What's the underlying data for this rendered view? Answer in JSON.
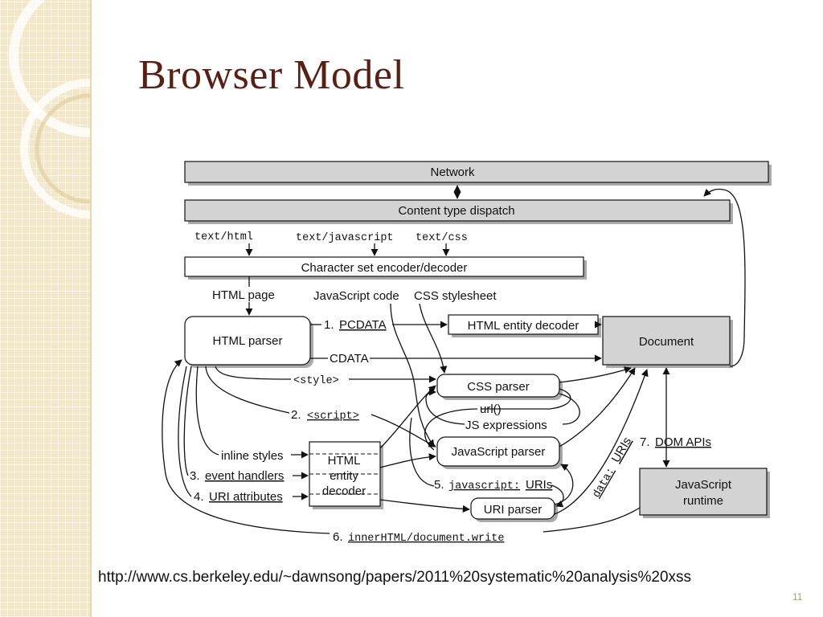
{
  "slide": {
    "title": "Browser Model",
    "url": "http://www.cs.berkeley.edu/~dawnsong/papers/2011%20systematic%20analysis%20xss",
    "page_number": "11"
  },
  "diagram": {
    "boxes": {
      "network": "Network",
      "content_type_dispatch": "Content type dispatch",
      "charset_coder": "Character set encoder/decoder",
      "html_parser": "HTML parser",
      "html_entity_decoder": "HTML entity decoder",
      "document": "Document",
      "css_parser": "CSS parser",
      "javascript_parser": "JavaScript parser",
      "uri_parser": "URI parser",
      "html_entity_decoder_small": [
        "HTML",
        "entity",
        "decoder"
      ],
      "javascript_runtime": [
        "JavaScript",
        "runtime"
      ]
    },
    "labels": {
      "text_html": "text/html",
      "text_javascript": "text/javascript",
      "text_css": "text/css",
      "html_page": "HTML page",
      "javascript_code": "JavaScript code",
      "css_stylesheet": "CSS stylesheet",
      "pcdata_num": "1.",
      "pcdata": "PCDATA",
      "cdata": "CDATA",
      "style_tag": "<style>",
      "script_num": "2.",
      "script_tag": "<script>",
      "url_fn": "url()",
      "js_expressions": "JS expressions",
      "inline_styles": "inline styles",
      "event_handlers_num": "3.",
      "event_handlers": "event handlers",
      "uri_attributes_num": "4.",
      "uri_attributes": "URI attributes",
      "javascript_uris_num": "5.",
      "javascript_uris_code": "javascript:",
      "javascript_uris_text": "URIs",
      "inner_html_num": "6.",
      "inner_html": "innerHTML/document.write",
      "dom_apis_num": "7.",
      "dom_apis": "DOM APIs",
      "data_uris_code": "data:",
      "data_uris_text": "URIs"
    }
  }
}
